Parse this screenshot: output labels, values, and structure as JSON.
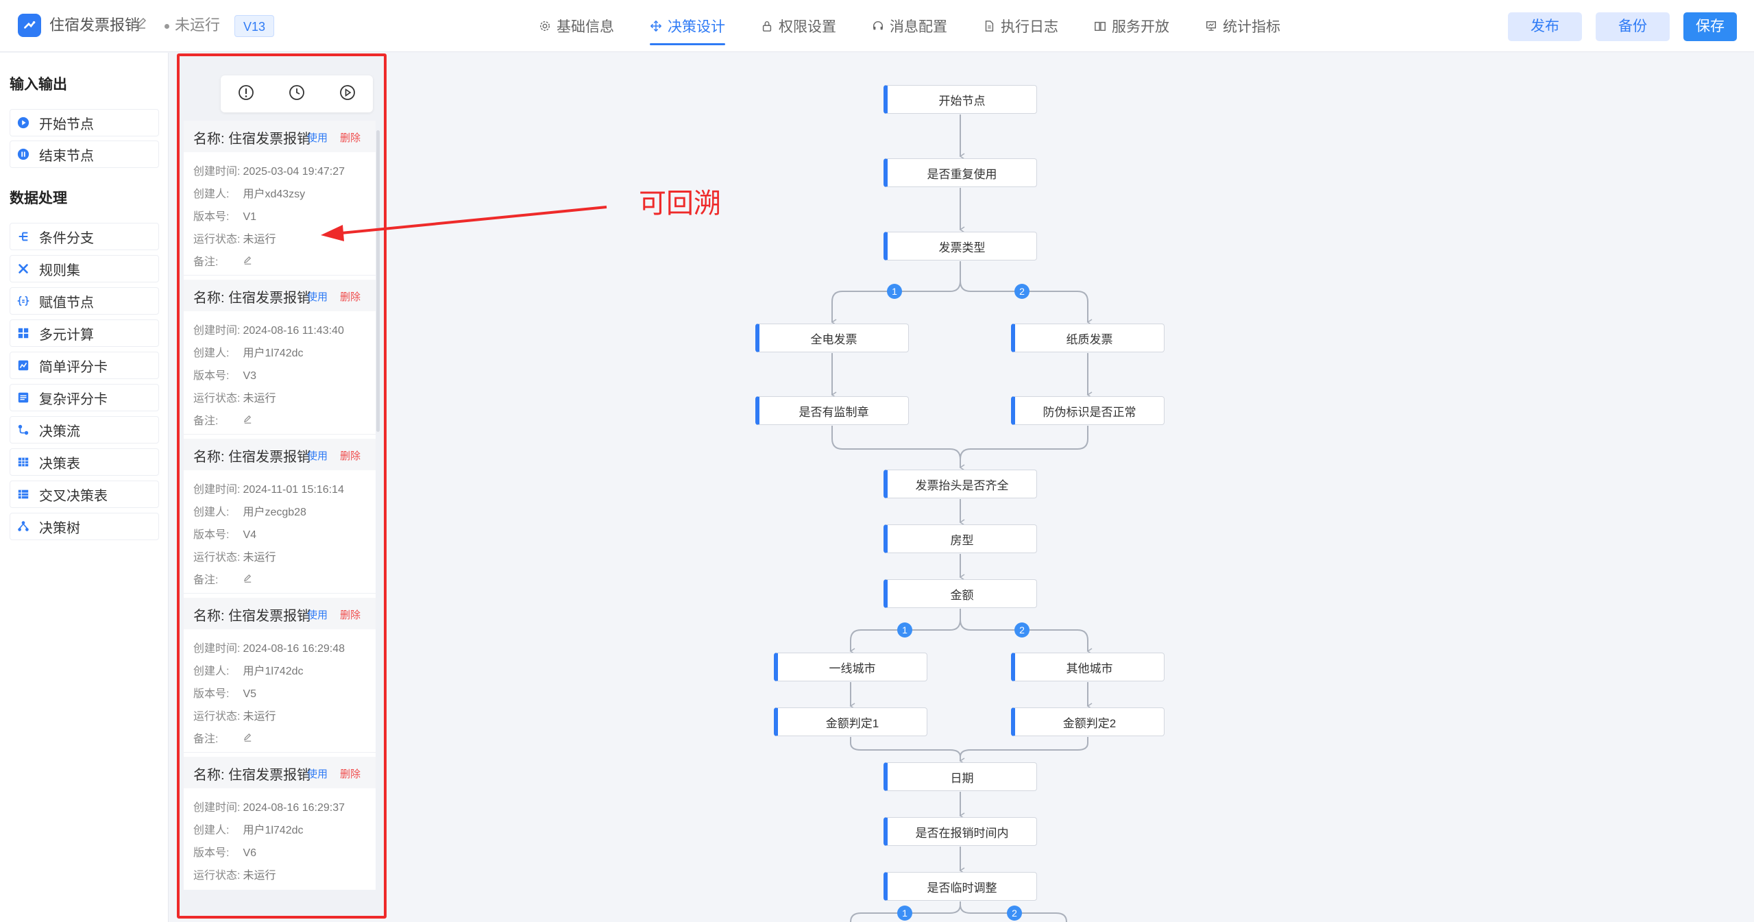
{
  "header": {
    "app_name": "住宿发票报销",
    "status": "未运行",
    "version": "V13",
    "tabs": [
      {
        "label": "基础信息",
        "icon": "gear-icon"
      },
      {
        "label": "决策设计",
        "icon": "move-icon"
      },
      {
        "label": "权限设置",
        "icon": "lock-icon"
      },
      {
        "label": "消息配置",
        "icon": "headset-icon"
      },
      {
        "label": "执行日志",
        "icon": "document-icon"
      },
      {
        "label": "服务开放",
        "icon": "book-icon"
      },
      {
        "label": "统计指标",
        "icon": "chart-icon"
      }
    ],
    "publish_label": "发布",
    "backup_label": "备份",
    "save_label": "保存"
  },
  "sidebar": {
    "group_io": "输入输出",
    "io_items": [
      {
        "label": "开始节点",
        "icon": "play-circle-icon"
      },
      {
        "label": "结束节点",
        "icon": "pause-circle-icon"
      }
    ],
    "group_data": "数据处理",
    "data_items": [
      {
        "label": "条件分支",
        "icon": "branch-icon"
      },
      {
        "label": "规则集",
        "icon": "cross-icon"
      },
      {
        "label": "赋值节点",
        "icon": "braces-icon"
      },
      {
        "label": "多元计算",
        "icon": "calc-icon"
      },
      {
        "label": "简单评分卡",
        "icon": "scorecard-icon"
      },
      {
        "label": "复杂评分卡",
        "icon": "complex-scorecard-icon"
      },
      {
        "label": "决策流",
        "icon": "flow-icon"
      },
      {
        "label": "决策表",
        "icon": "table-icon"
      },
      {
        "label": "交叉决策表",
        "icon": "cross-table-icon"
      },
      {
        "label": "决策树",
        "icon": "tree-icon"
      }
    ]
  },
  "versions": {
    "labels": {
      "name_prefix": "名称: ",
      "created": "创建时间:",
      "creator": "创建人:",
      "version": "版本号:",
      "status": "运行状态:",
      "remark": "备注:",
      "use": "使用",
      "delete": "删除"
    },
    "items": [
      {
        "name": "住宿发票报销",
        "created": "2025-03-04 19:47:27",
        "creator": "用户xd43zsy",
        "version": "V1",
        "status": "未运行"
      },
      {
        "name": "住宿发票报销",
        "created": "2024-08-16 11:43:40",
        "creator": "用户1l742dc",
        "version": "V3",
        "status": "未运行"
      },
      {
        "name": "住宿发票报销",
        "created": "2024-11-01 15:16:14",
        "creator": "用户zecgb28",
        "version": "V4",
        "status": "未运行"
      },
      {
        "name": "住宿发票报销",
        "created": "2024-08-16 16:29:48",
        "creator": "用户1l742dc",
        "version": "V5",
        "status": "未运行"
      },
      {
        "name": "住宿发票报销",
        "created": "2024-08-16 16:29:37",
        "creator": "用户1l742dc",
        "version": "V6",
        "status": "未运行"
      }
    ]
  },
  "annotation": "可回溯",
  "flow": {
    "nodes": [
      "开始节点",
      "是否重复使用",
      "发票类型",
      "全电发票",
      "纸质发票",
      "是否有监制章",
      "防伪标识是否正常",
      "发票抬头是否齐全",
      "房型",
      "金额",
      "一线城市",
      "其他城市",
      "金额判定1",
      "金额判定2",
      "日期",
      "是否在报销时间内",
      "是否临时调整"
    ],
    "badges": [
      "1",
      "2",
      "1",
      "2",
      "1",
      "2"
    ]
  }
}
